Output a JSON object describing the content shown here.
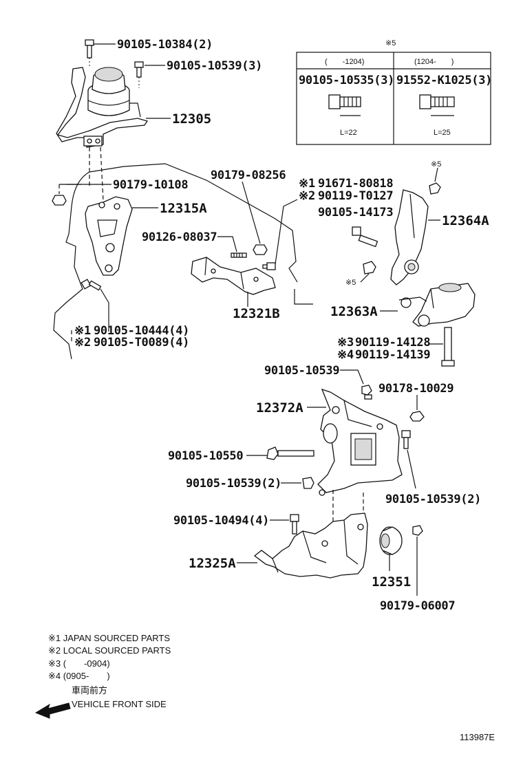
{
  "labels": {
    "p_90105_10384": "90105-10384(2)",
    "p_90105_10539_3": "90105-10539(3)",
    "p_12305": "12305",
    "p_90179_10108": "90179-10108",
    "p_12315A": "12315A",
    "p_90179_08256": "90179-08256",
    "p_91671_80818": "91671-80818",
    "p_90119_T0127": "90119-T0127",
    "p_90105_14173": "90105-14173",
    "p_12364A": "12364A",
    "p_90126_08037": "90126-08037",
    "p_12321B": "12321B",
    "p_12363A": "12363A",
    "p_90105_10444": "90105-10444(4)",
    "p_90105_T0089": "90105-T0089(4)",
    "p_90119_14128": "90119-14128",
    "p_90119_14139": "90119-14139",
    "p_90105_10539": "90105-10539",
    "p_90178_10029": "90178-10029",
    "p_12372A": "12372A",
    "p_90105_10550": "90105-10550",
    "p_90105_10539_2a": "90105-10539(2)",
    "p_90105_10539_2b": "90105-10539(2)",
    "p_90105_10494": "90105-10494(4)",
    "p_12325A": "12325A",
    "p_12351": "12351",
    "p_90179_06007": "90179-06007"
  },
  "marks": {
    "m1": "※1",
    "m2": "※2",
    "m3": "※3",
    "m4": "※4",
    "m5": "※5"
  },
  "table": {
    "ref": "※5",
    "col1_header": "(　　-1204)",
    "col2_header": "(1204-　　)",
    "col1_part": "90105-10535(3)",
    "col2_part": "91552-K1025(3)",
    "col1_len": "L=22",
    "col2_len": "L=25"
  },
  "legend": {
    "l1": "※1 JAPAN SOURCED PARTS",
    "l2": "※2 LOCAL SOURCED PARTS",
    "l3": "※3 (　　-0904)",
    "l4": "※4 (0905-　　)",
    "front_jp": "車両前方",
    "front_en": "VEHICLE FRONT SIDE"
  },
  "diagram_id": "113987E"
}
